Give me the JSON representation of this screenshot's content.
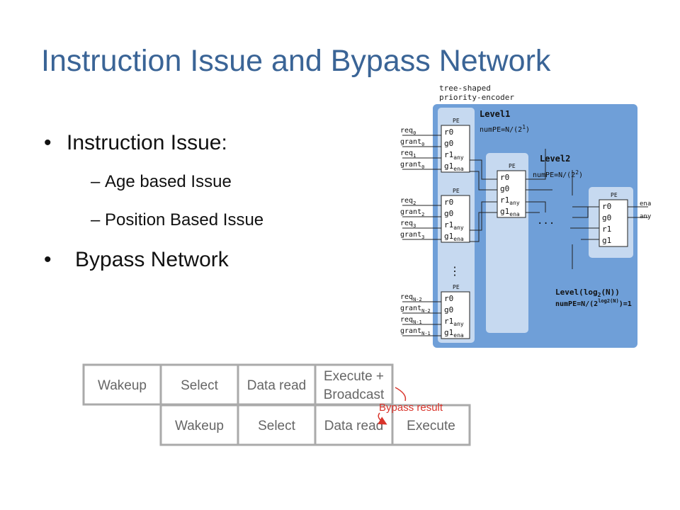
{
  "slide": {
    "title": "Instruction Issue and Bypass Network",
    "bullets": [
      {
        "text": "Instruction Issue:"
      },
      {
        "text": "Bypass Network"
      }
    ],
    "sub_bullets": [
      "Age based Issue",
      "Position Based Issue"
    ],
    "bullet_glyph": "•",
    "dash_glyph": "–"
  },
  "diagram": {
    "header_line1": "tree-shaped",
    "header_line2": "priority-encoder",
    "level1": "Level1",
    "level1_num": "numPE=N/(2",
    "level1_exp": "1",
    "level2": "Level2",
    "level2_num": "numPE=N/(2",
    "level2_exp": "2",
    "levelN_a": "Level(log",
    "levelN_b": "(N))",
    "levelN_num": "numPE=N/(2",
    "levelN_exp": "log2(N)",
    "levelN_tail": ")=1",
    "pe_label": "PE",
    "ports": [
      "r0",
      "g0",
      "r1",
      "g1"
    ],
    "any": "any",
    "ena": "ena",
    "inputs_top": [
      [
        "req",
        "0"
      ],
      [
        "grant",
        "0"
      ],
      [
        "req",
        "1"
      ],
      [
        "grant",
        "0"
      ]
    ],
    "inputs_mid": [
      [
        "req",
        "2"
      ],
      [
        "grant",
        "2"
      ],
      [
        "req",
        "3"
      ],
      [
        "grant",
        "3"
      ]
    ],
    "inputs_bot": [
      [
        "req",
        "N-2"
      ],
      [
        "grant",
        "N-2"
      ],
      [
        "req",
        "N-1"
      ],
      [
        "grant",
        "N-1"
      ]
    ],
    "ellipsis_h": "···",
    "ellipsis_v": "⋮",
    "out_ena": "ena",
    "out_any": "any"
  },
  "pipeline": {
    "row1": [
      "Wakeup",
      "Select",
      "Data read",
      "Execute +",
      "Broadcast"
    ],
    "row2": [
      "Wakeup",
      "Select",
      "Data read",
      "Execute"
    ],
    "bypass": "Bypass result"
  }
}
